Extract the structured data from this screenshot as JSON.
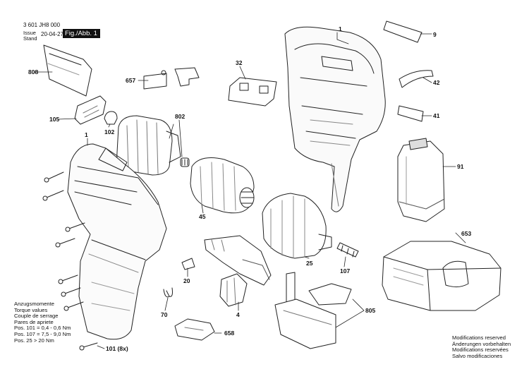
{
  "header": {
    "doc_number": "3 601 JH8 000",
    "issue_label_1": "Issue",
    "issue_label_2": "Stand",
    "issue_date": "20-04-27",
    "figure_label": "Fig./Abb. 1"
  },
  "callouts": {
    "c1_top": "1",
    "c1_left": "1",
    "c9": "9",
    "c42": "42",
    "c41": "41",
    "c91": "91",
    "c808": "808",
    "c657": "657",
    "c32": "32",
    "c802": "802",
    "c105": "105",
    "c102": "102",
    "c45": "45",
    "c653": "653",
    "c25": "25",
    "c107": "107",
    "c20": "20",
    "c4": "4",
    "c70": "70",
    "c658": "658",
    "c805": "805",
    "c101": "101 (8x)"
  },
  "torque_notes": [
    "Anzugsmomente",
    "Torque values",
    "Couple de serrage",
    "Pares de apriete",
    "Pos. 101  = 0,4 - 0,6 Nm",
    "Pos. 107  = 7,5 - 9,0 Nm",
    "Pos. 25   > 20 Nm"
  ],
  "modification_notes": [
    "Modifications reserved",
    "Änderungen vorbehalten",
    "Modifications reservées",
    "Salvo modificaciones"
  ]
}
